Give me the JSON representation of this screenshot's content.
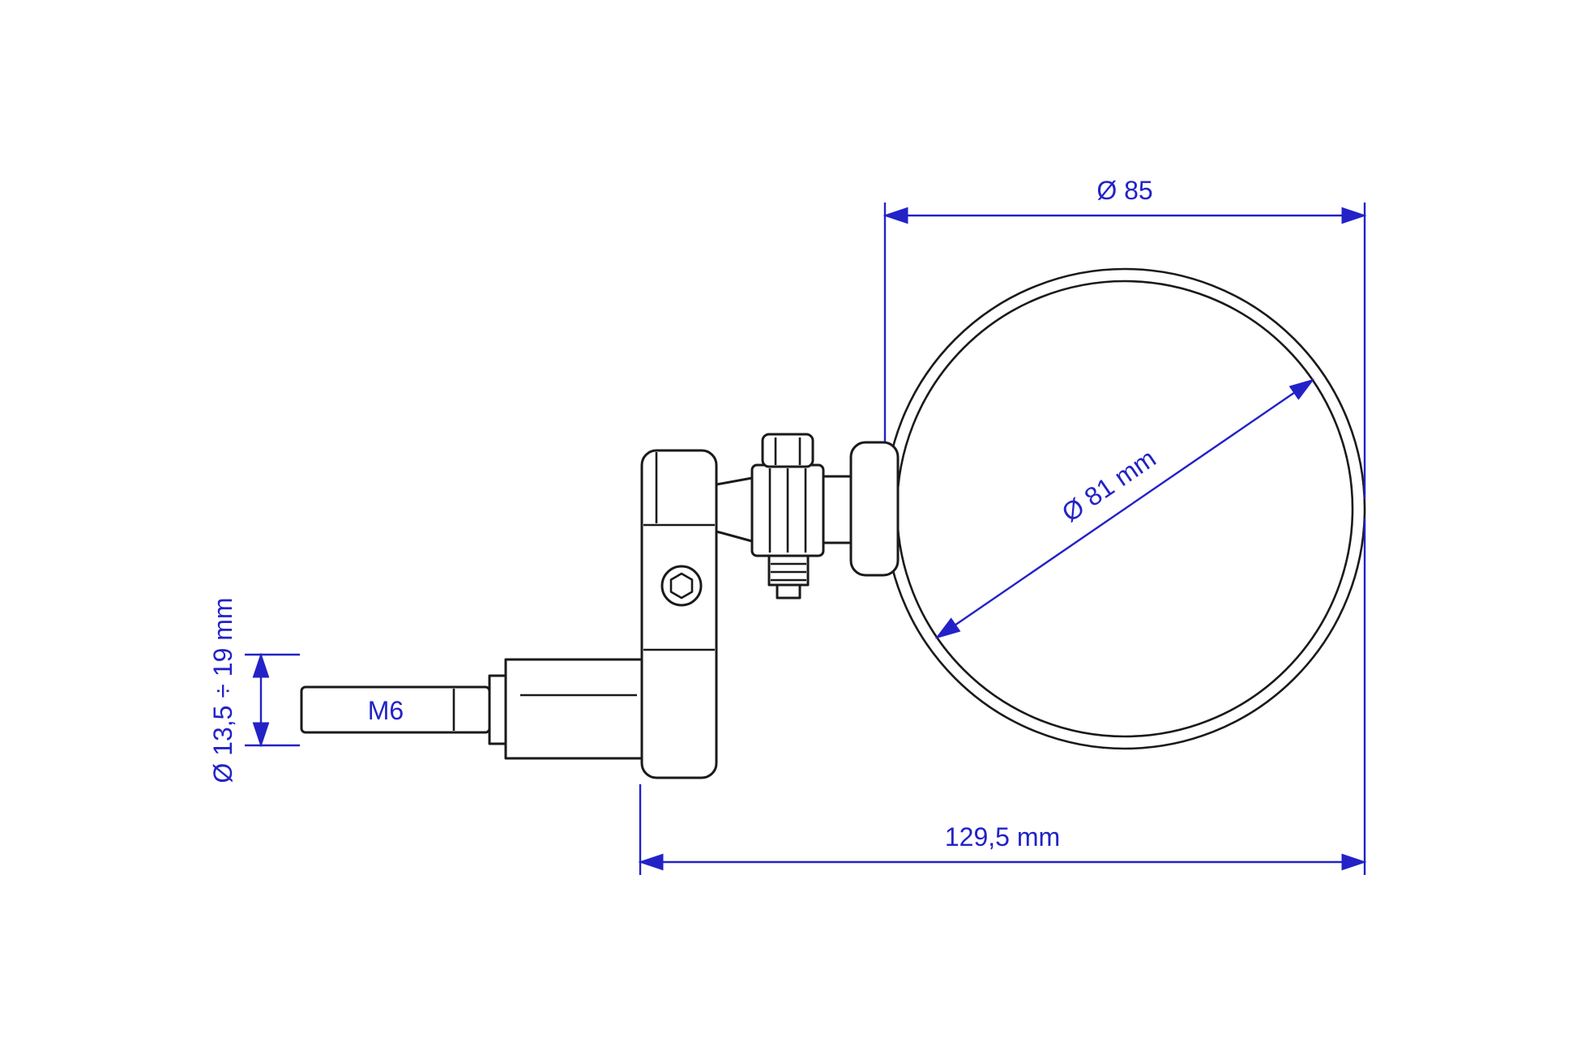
{
  "drawing": {
    "kind": "technical-drawing-bar-end-mirror",
    "colors": {
      "dimension": "#2222c7",
      "outline": "#1a1a1a",
      "background": "#ffffff"
    },
    "labels": {
      "mirror_outer_diameter": "Ø 85",
      "mirror_glass_diameter": "Ø 81 mm",
      "thread": "M6",
      "clamp_diameter_range": "Ø 13,5 ÷ 19 mm",
      "overall_length": "129,5 mm"
    }
  }
}
